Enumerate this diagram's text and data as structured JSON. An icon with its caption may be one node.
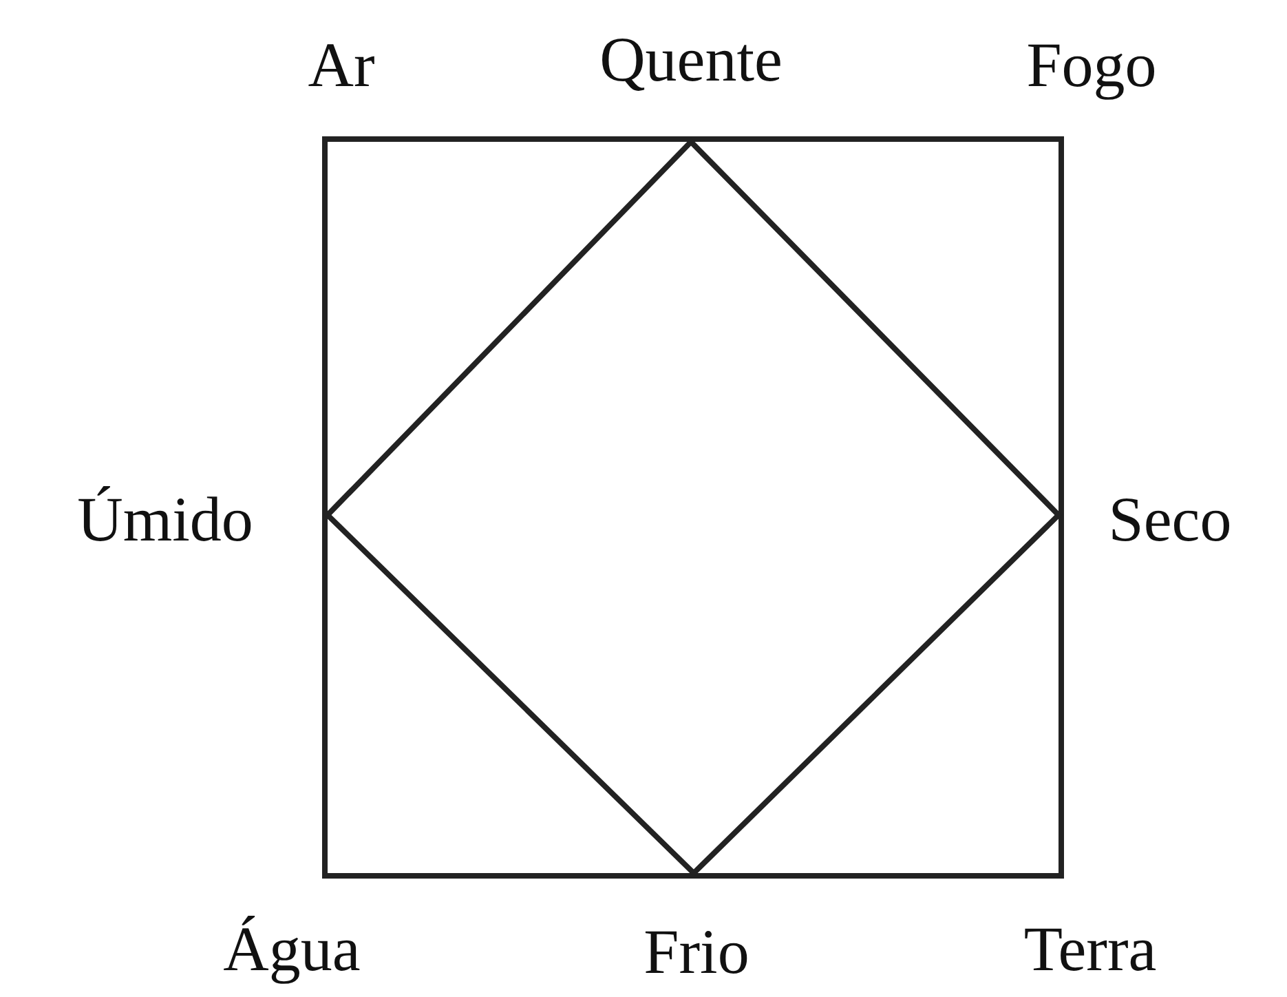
{
  "diagram": {
    "labels": [
      "Ar",
      "Quente",
      "Fogo",
      "Úmido",
      "Seco",
      "Água",
      "Frio",
      "Terra"
    ]
  }
}
